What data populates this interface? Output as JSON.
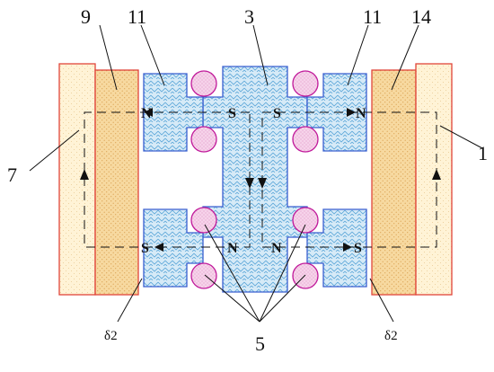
{
  "diagram": {
    "colors": {
      "outer_plate": "#fff3d6",
      "outer_plate_stroke": "#e0453a",
      "inner_plate": "#f7d9a0",
      "core": "#d6eaf7",
      "core_stroke": "#3a5fd0",
      "coil_fill": "#f6d3ea",
      "coil_stroke": "#c0189a"
    },
    "reference_labels": {
      "label_9": "9",
      "label_11_left": "11",
      "label_3": "3",
      "label_11_right": "11",
      "label_14": "14",
      "label_7": "7",
      "label_1": "1",
      "label_5": "5"
    },
    "pole_labels": {
      "top_left_n": "N",
      "top_left_s": "S",
      "top_right_s": "S",
      "top_right_n": "N",
      "bottom_left_s": "S",
      "bottom_left_n": "N",
      "bottom_right_n": "N",
      "bottom_right_s": "S"
    },
    "gap_labels": {
      "left": "δ2",
      "right": "δ2"
    }
  }
}
